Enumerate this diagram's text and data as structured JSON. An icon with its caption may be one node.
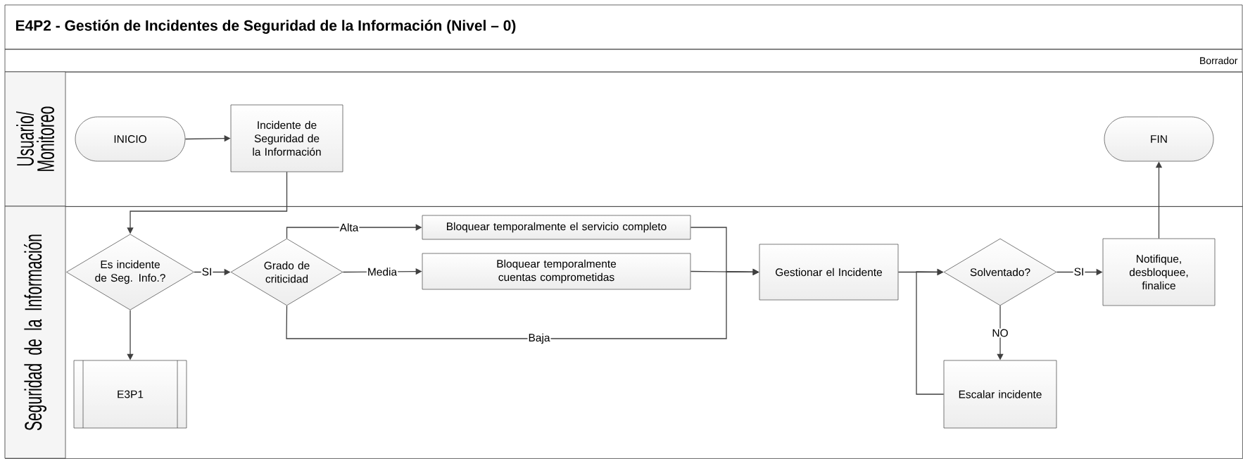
{
  "diagram": {
    "title": "E4P2 - Gestión de Incidentes de Seguridad de la Información (Nivel – 0)",
    "nodes": [
      {
        "text": [
          "Usuario/ Monitoreo"
        ]
      },
      {
        "text": [
          "INICIO"
        ],
        "in": 0
      },
      {
        "text": [
          "Incidente de Seguridad de la Información"
        ],
        "in": 0
      },
      {
        "text": [
          "FIN"
        ],
        "in": 0
      },
      {
        "text": [
          "Seguridad de la Información"
        ]
      },
      {
        "text": [
          "Es incidente de Seg. Info.?"
        ],
        "in": 4
      },
      {
        "text": [
          "Grado de criticidad"
        ],
        "in": 4
      },
      {
        "text": [
          "Bloquear temporalmente el servicio completo"
        ],
        "in": 4
      },
      {
        "text": [
          "Bloquear temporalmente cuentas comprometidas"
        ],
        "in": 4
      },
      {
        "text": [
          "Gestionar el Incidente"
        ],
        "in": 4
      },
      {
        "text": [
          "Solventado?"
        ],
        "in": 4
      },
      {
        "text": [
          "Notifique, desbloquee, finalice"
        ],
        "in": 4
      },
      {
        "text": [
          "E3P1"
        ],
        "in": 4
      },
      {
        "text": [
          "Escalar incidente"
        ],
        "in": 4
      }
    ],
    "edges": [
      {
        "from": 1,
        "to": 2,
        "arrow": "to"
      },
      {
        "from": 2,
        "to": 5,
        "arrow": "to"
      },
      {
        "from": 5,
        "to": 6,
        "arrow": "to",
        "label": "SI"
      },
      {
        "from": 5,
        "to": 12,
        "arrow": "to"
      },
      {
        "from": 6,
        "to": 7,
        "arrow": "to",
        "label": "Alta"
      },
      {
        "from": 6,
        "to": 8,
        "arrow": "to",
        "label": "Media"
      },
      {
        "from": 6,
        "to": 9,
        "arrow": "to",
        "label": "Baja"
      },
      {
        "from": 7,
        "to": 9,
        "arrow": "to"
      },
      {
        "from": 8,
        "to": 9,
        "arrow": "to"
      },
      {
        "from": 9,
        "to": 10,
        "arrow": "to"
      },
      {
        "from": 10,
        "to": 11,
        "arrow": "to",
        "label": "SI"
      },
      {
        "from": 10,
        "to": 13,
        "arrow": "to",
        "label": "NO"
      },
      {
        "from": 13,
        "to": 10,
        "arrow": "to"
      },
      {
        "from": 11,
        "to": 3,
        "arrow": "to"
      }
    ],
    "labels": [
      "Borrador"
    ]
  }
}
